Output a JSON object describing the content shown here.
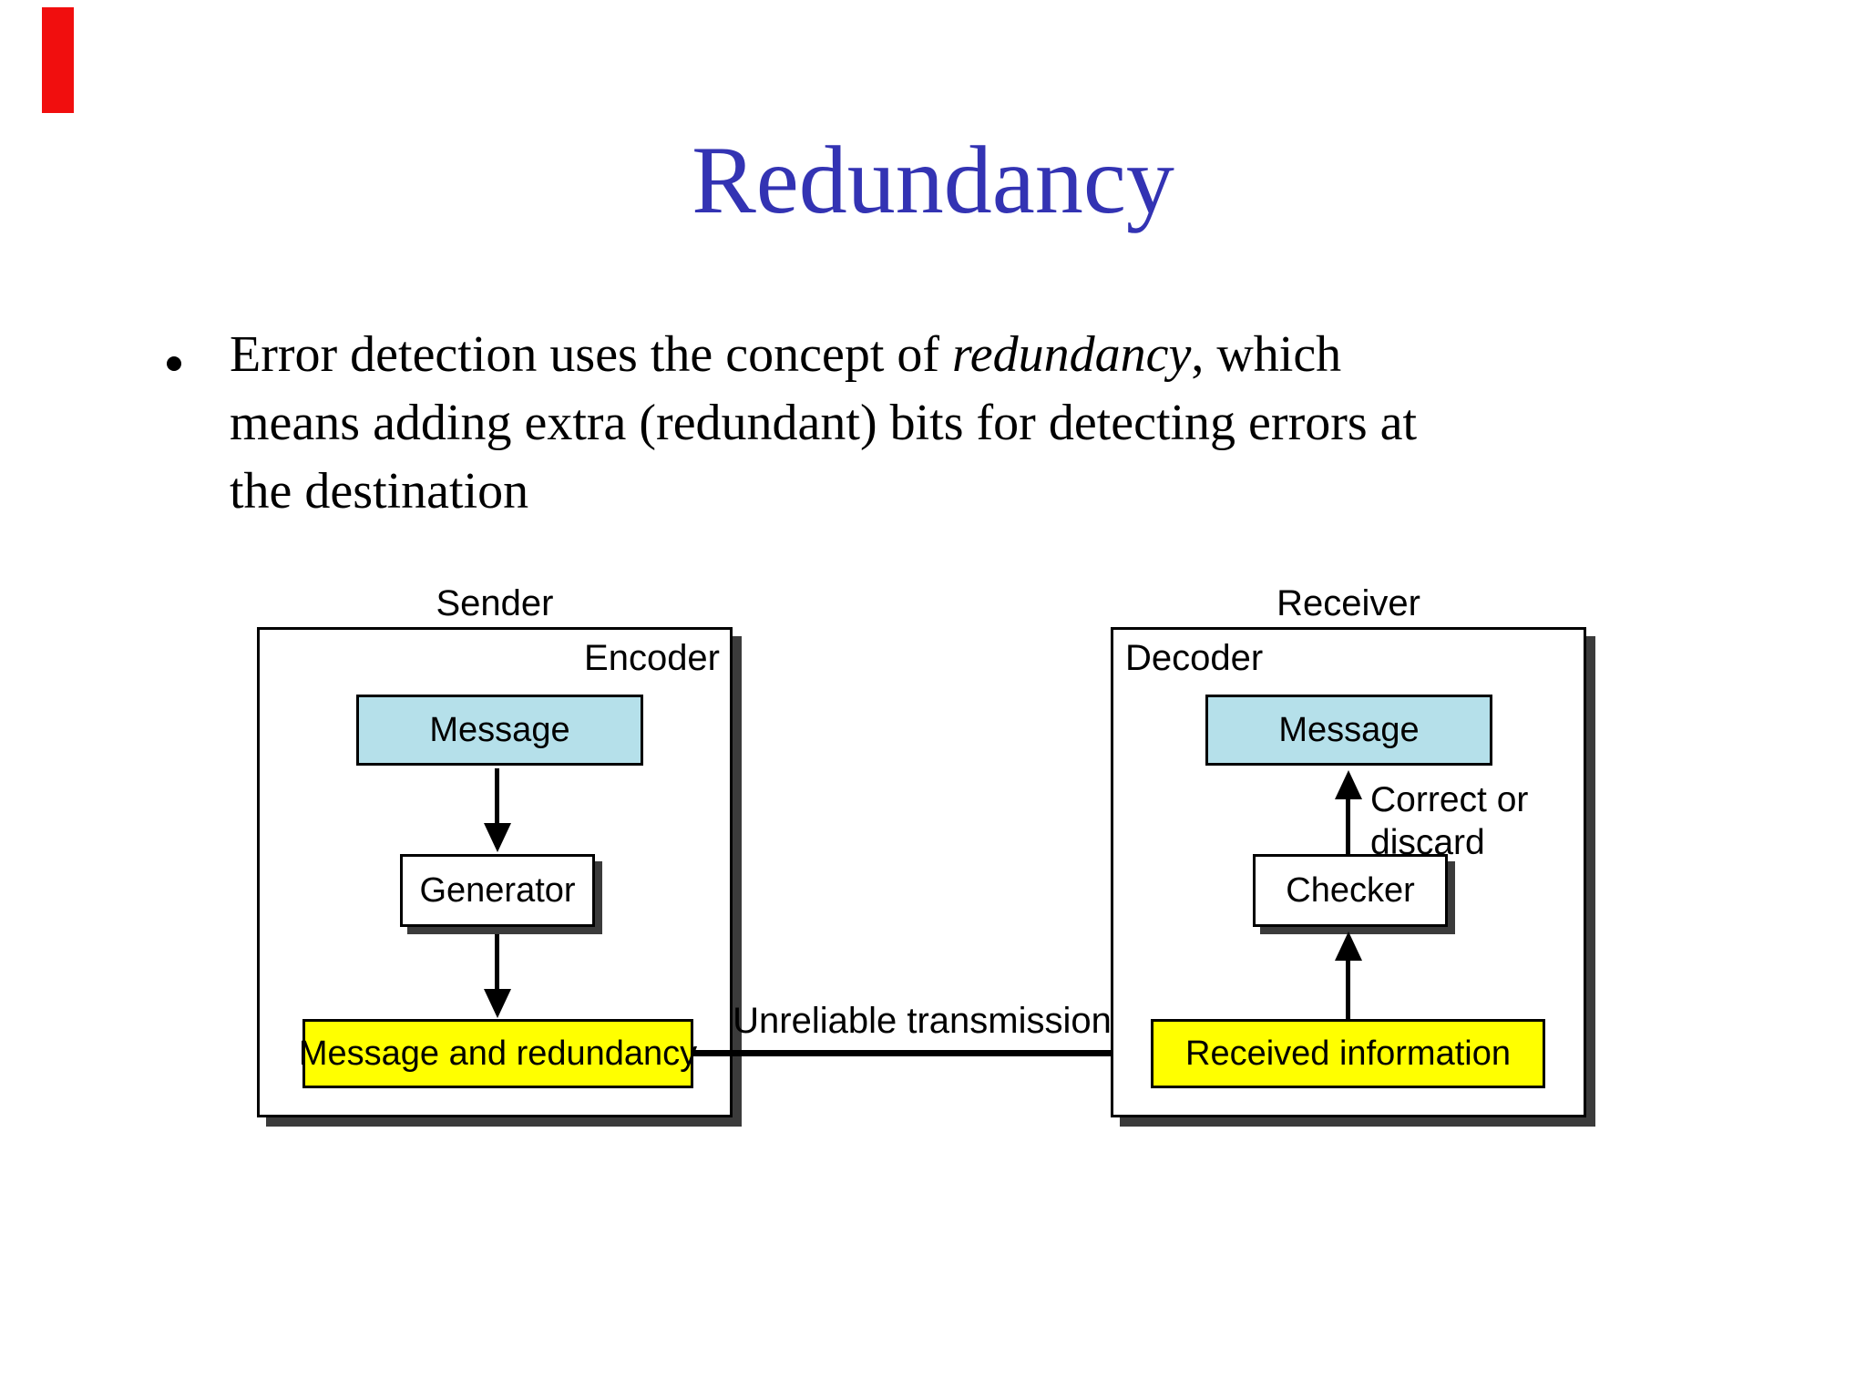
{
  "slide": {
    "title": "Redundancy",
    "bullet": {
      "line1_pre": "Error detection uses the concept of ",
      "line1_em": "redundancy",
      "line1_post": ", which",
      "line2": "means adding extra (redundant) bits for detecting errors at",
      "line3": "the destination"
    }
  },
  "diagram": {
    "sender": {
      "title": "Sender",
      "role_label": "Encoder",
      "message_box": "Message",
      "generator_box": "Generator",
      "output_box": "Message and redundancy"
    },
    "channel": {
      "label": "Unreliable transmission"
    },
    "receiver": {
      "title": "Receiver",
      "role_label": "Decoder",
      "message_box": "Message",
      "checker_box": "Checker",
      "input_box": "Received information",
      "decision_line1": "Correct or",
      "decision_line2": "discard"
    }
  },
  "colors": {
    "title_text": "#3333b3",
    "accent_bar": "#f10e0e",
    "message_fill": "#b5e0ea",
    "highlight_fill": "#ffff00",
    "box_shadow": "#3b3b3b",
    "text": "#000000"
  }
}
